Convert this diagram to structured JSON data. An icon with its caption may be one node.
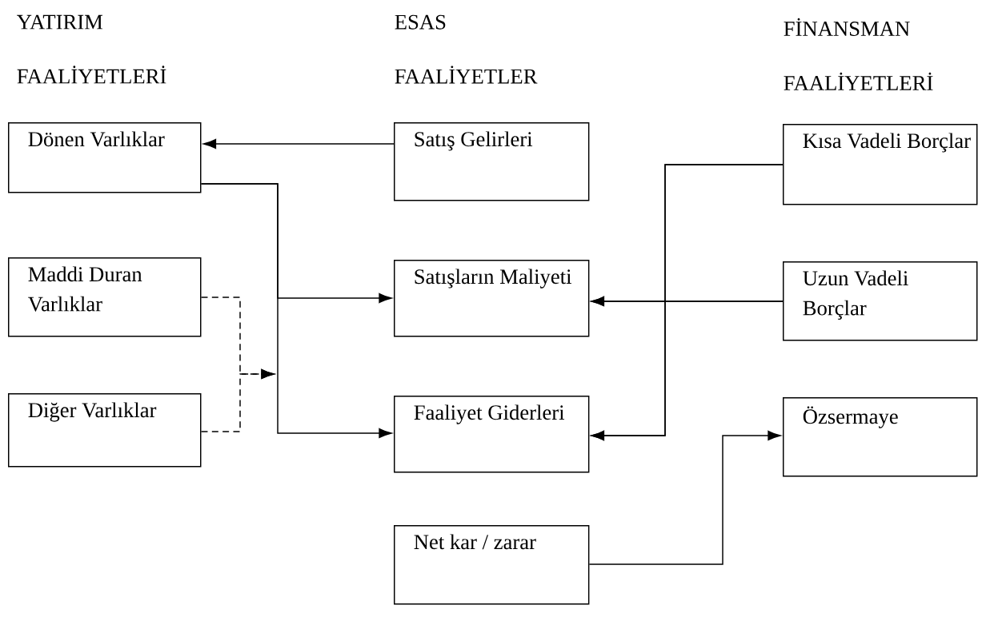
{
  "diagram": {
    "nodes": [
      {
        "text": [
          "Dönen Varlıklar"
        ]
      },
      {
        "text": [
          "Satış Gelirleri"
        ]
      },
      {
        "text": [
          "Kısa Vadeli Borçlar"
        ]
      },
      {
        "text": [
          "Maddi Duran Varlıklar"
        ]
      },
      {
        "text": [
          "Satışların Maliyeti"
        ]
      },
      {
        "text": [
          "Uzun Vadeli Borçlar"
        ]
      },
      {
        "text": [
          "Diğer Varlıklar"
        ]
      },
      {
        "text": [
          "Faaliyet Giderleri"
        ]
      },
      {
        "text": [
          "Özsermaye"
        ]
      },
      {
        "text": [
          "Net kar / zarar"
        ]
      }
    ],
    "edges": [
      {
        "from": 1,
        "to": 0,
        "arrow": "to"
      },
      {
        "from": 0,
        "to": 4,
        "arrow": "to"
      },
      {
        "from": 0,
        "to": 7,
        "arrow": "to"
      },
      {
        "from": 3,
        "to": null,
        "arrow": "to",
        "style": "dashed"
      },
      {
        "from": 6,
        "to": null,
        "arrow": "to",
        "style": "dashed"
      },
      {
        "from": 2,
        "to": 4,
        "arrow": "to"
      },
      {
        "from": 2,
        "to": 7,
        "arrow": "to"
      },
      {
        "from": 5,
        "to": 4,
        "arrow": "to"
      },
      {
        "from": 5,
        "to": 7,
        "arrow": "to"
      },
      {
        "from": 9,
        "to": 8,
        "arrow": "to"
      }
    ],
    "labels": [
      "YATIRIM FAALİYETLERİ",
      "ESAS FAALİYETLER",
      "FİNANSMAN FAALİYETLERİ"
    ]
  }
}
